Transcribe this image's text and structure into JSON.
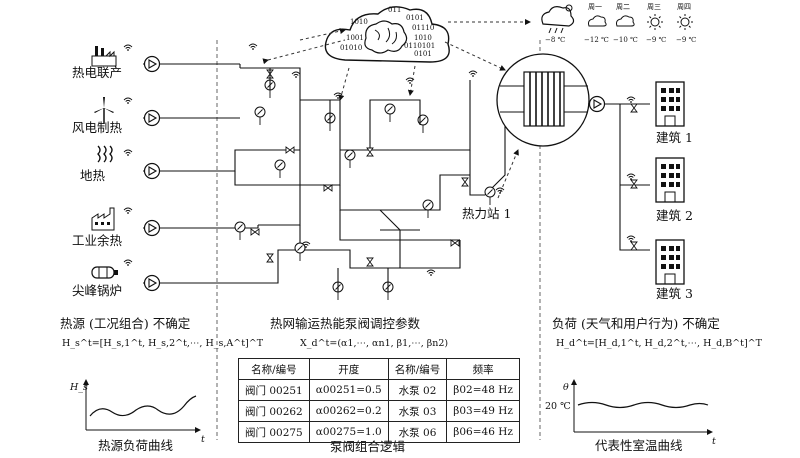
{
  "sources": [
    "热电联产",
    "风电制热",
    "地热",
    "工业余热",
    "尖峰锅炉"
  ],
  "station_label": "热力站 1",
  "buildings": [
    "建筑 1",
    "建筑 2",
    "建筑 3"
  ],
  "weather": {
    "today_temp": "−8 ℃",
    "days": [
      {
        "day": "周一",
        "temp": "−12 ℃"
      },
      {
        "day": "周二",
        "temp": "−10 ℃"
      },
      {
        "day": "周三",
        "temp": "−9 ℃"
      },
      {
        "day": "周四",
        "temp": "−9 ℃"
      }
    ]
  },
  "cloud_binary": [
    "011",
    "0101",
    "01110",
    "1010",
    "0110101",
    "1001",
    "01010",
    "1010",
    "0101"
  ],
  "left_caption": {
    "title": "热源 (工况组合) 不确定",
    "formula": "H_s^t=[H_s,1^t, H_s,2^t,⋯, H_s,A^t]^T"
  },
  "middle_caption": {
    "title": "热网输运热能泵阀调控参数",
    "formula": "X_d^t=(α1,⋯, αn1, β1,⋯, βn2)"
  },
  "right_caption": {
    "title": "负荷 (天气和用户行为) 不确定",
    "formula": "H_d^t=[H_d,1^t, H_d,2^t,⋯, H_d,B^t]^T"
  },
  "left_plot": {
    "ylabel": "H_s",
    "xlabel": "t",
    "caption": "热源负荷曲线"
  },
  "right_plot": {
    "ylabel": "θ",
    "ytick": "20 ℃",
    "xlabel": "t",
    "caption": "代表性室温曲线"
  },
  "table": {
    "headers": [
      "名称/编号",
      "开度",
      "名称/编号",
      "频率"
    ],
    "rows": [
      [
        "阀门 00251",
        "α00251=0.5",
        "水泵 02",
        "β02=48 Hz"
      ],
      [
        "阀门 00262",
        "α00262=0.2",
        "水泵 03",
        "β03=49 Hz"
      ],
      [
        "阀门 00275",
        "α00275=1.0",
        "水泵 06",
        "β06=46 Hz"
      ]
    ],
    "caption": "泵阀组合逻辑"
  }
}
